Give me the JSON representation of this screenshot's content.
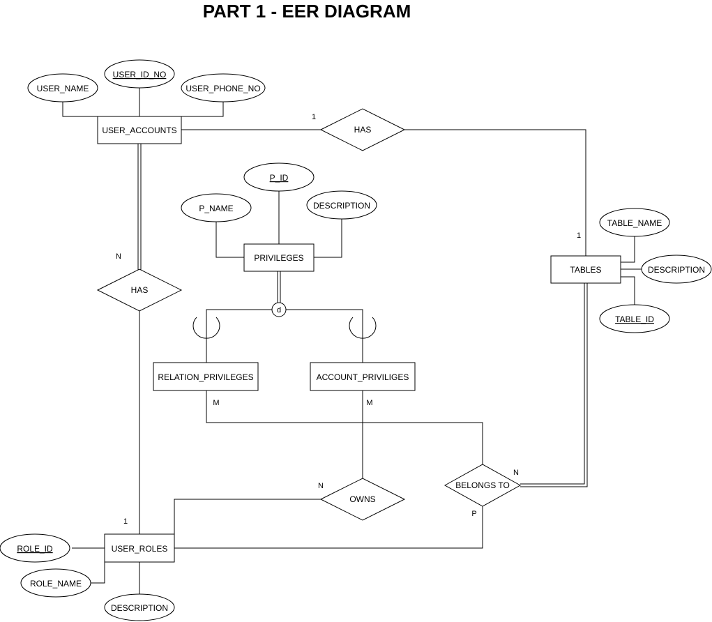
{
  "title": "PART 1 - EER DIAGRAM",
  "entities": {
    "user_accounts": "USER_ACCOUNTS",
    "privileges": "PRIVILEGES",
    "relation_privileges": "RELATION_PRIVILEGES",
    "account_priviliges": "ACCOUNT_PRIVILIGES",
    "tables": "TABLES",
    "user_roles": "USER_ROLES"
  },
  "relationships": {
    "has_accounts_tables": "HAS",
    "has_accounts_roles": "HAS",
    "owns": "OWNS",
    "belongs_to": "BELONGS TO"
  },
  "attributes": {
    "user_name": "USER_NAME",
    "user_id_no": "USER_ID_NO",
    "user_phone_no": "USER_PHONE_NO",
    "p_id": "P_ID",
    "p_name": "P_NAME",
    "privileges_description": "DESCRIPTION",
    "table_name": "TABLE_NAME",
    "tables_description": "DESCRIPTION",
    "table_id": "TABLE_ID",
    "role_id": "ROLE_ID",
    "role_name": "ROLE_NAME",
    "roles_description": "DESCRIPTION"
  },
  "specialization": {
    "disjoint": "d"
  },
  "cardinalities": {
    "accounts_has_tables_1": "1",
    "tables_has_1": "1",
    "accounts_has_roles_n": "N",
    "roles_has_1": "1",
    "relation_priv_m": "M",
    "account_priv_m": "M",
    "owns_n": "N",
    "belongs_to_n": "N",
    "belongs_to_p": "P"
  }
}
